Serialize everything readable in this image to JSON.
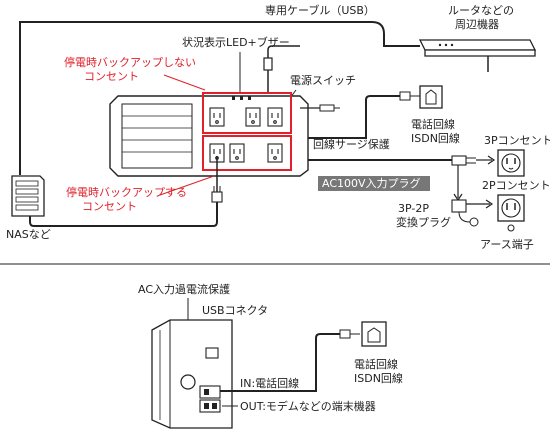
{
  "labels": {
    "usb_cable": "専用ケーブル（USB）",
    "router_line1": "ルータなどの",
    "router_line2": "周辺機器",
    "status_led": "状況表示LED+ブザー",
    "no_backup_line1": "停電時バックアップしない",
    "no_backup_line2": "コンセント",
    "power_switch": "電源スイッチ",
    "phone_line1": "電話回線",
    "phone_line2": "ISDN回線",
    "surge": "回線サージ保護",
    "outlet_3p": "3Pコンセント",
    "ac_plug": "AC100V入力プラグ",
    "outlet_2p": "2Pコンセント",
    "backup_line1": "停電時バックアップする",
    "backup_line2": "コンセント",
    "adapter_line1": "3P-2P",
    "adapter_line2": "変換プラグ",
    "ground": "アース端子",
    "nas": "NASなど",
    "ac_overcurrent": "AC入力過電流保護",
    "usb_connector": "USBコネクタ",
    "in_line": "IN:電話回線",
    "out_line": "OUT:モデムなどの端末機器",
    "phone2_line1": "電話回線",
    "phone2_line2": "ISDN回線"
  },
  "colors": {
    "highlight": "#e0202a",
    "line": "#222222",
    "label_bg": "#777777"
  }
}
